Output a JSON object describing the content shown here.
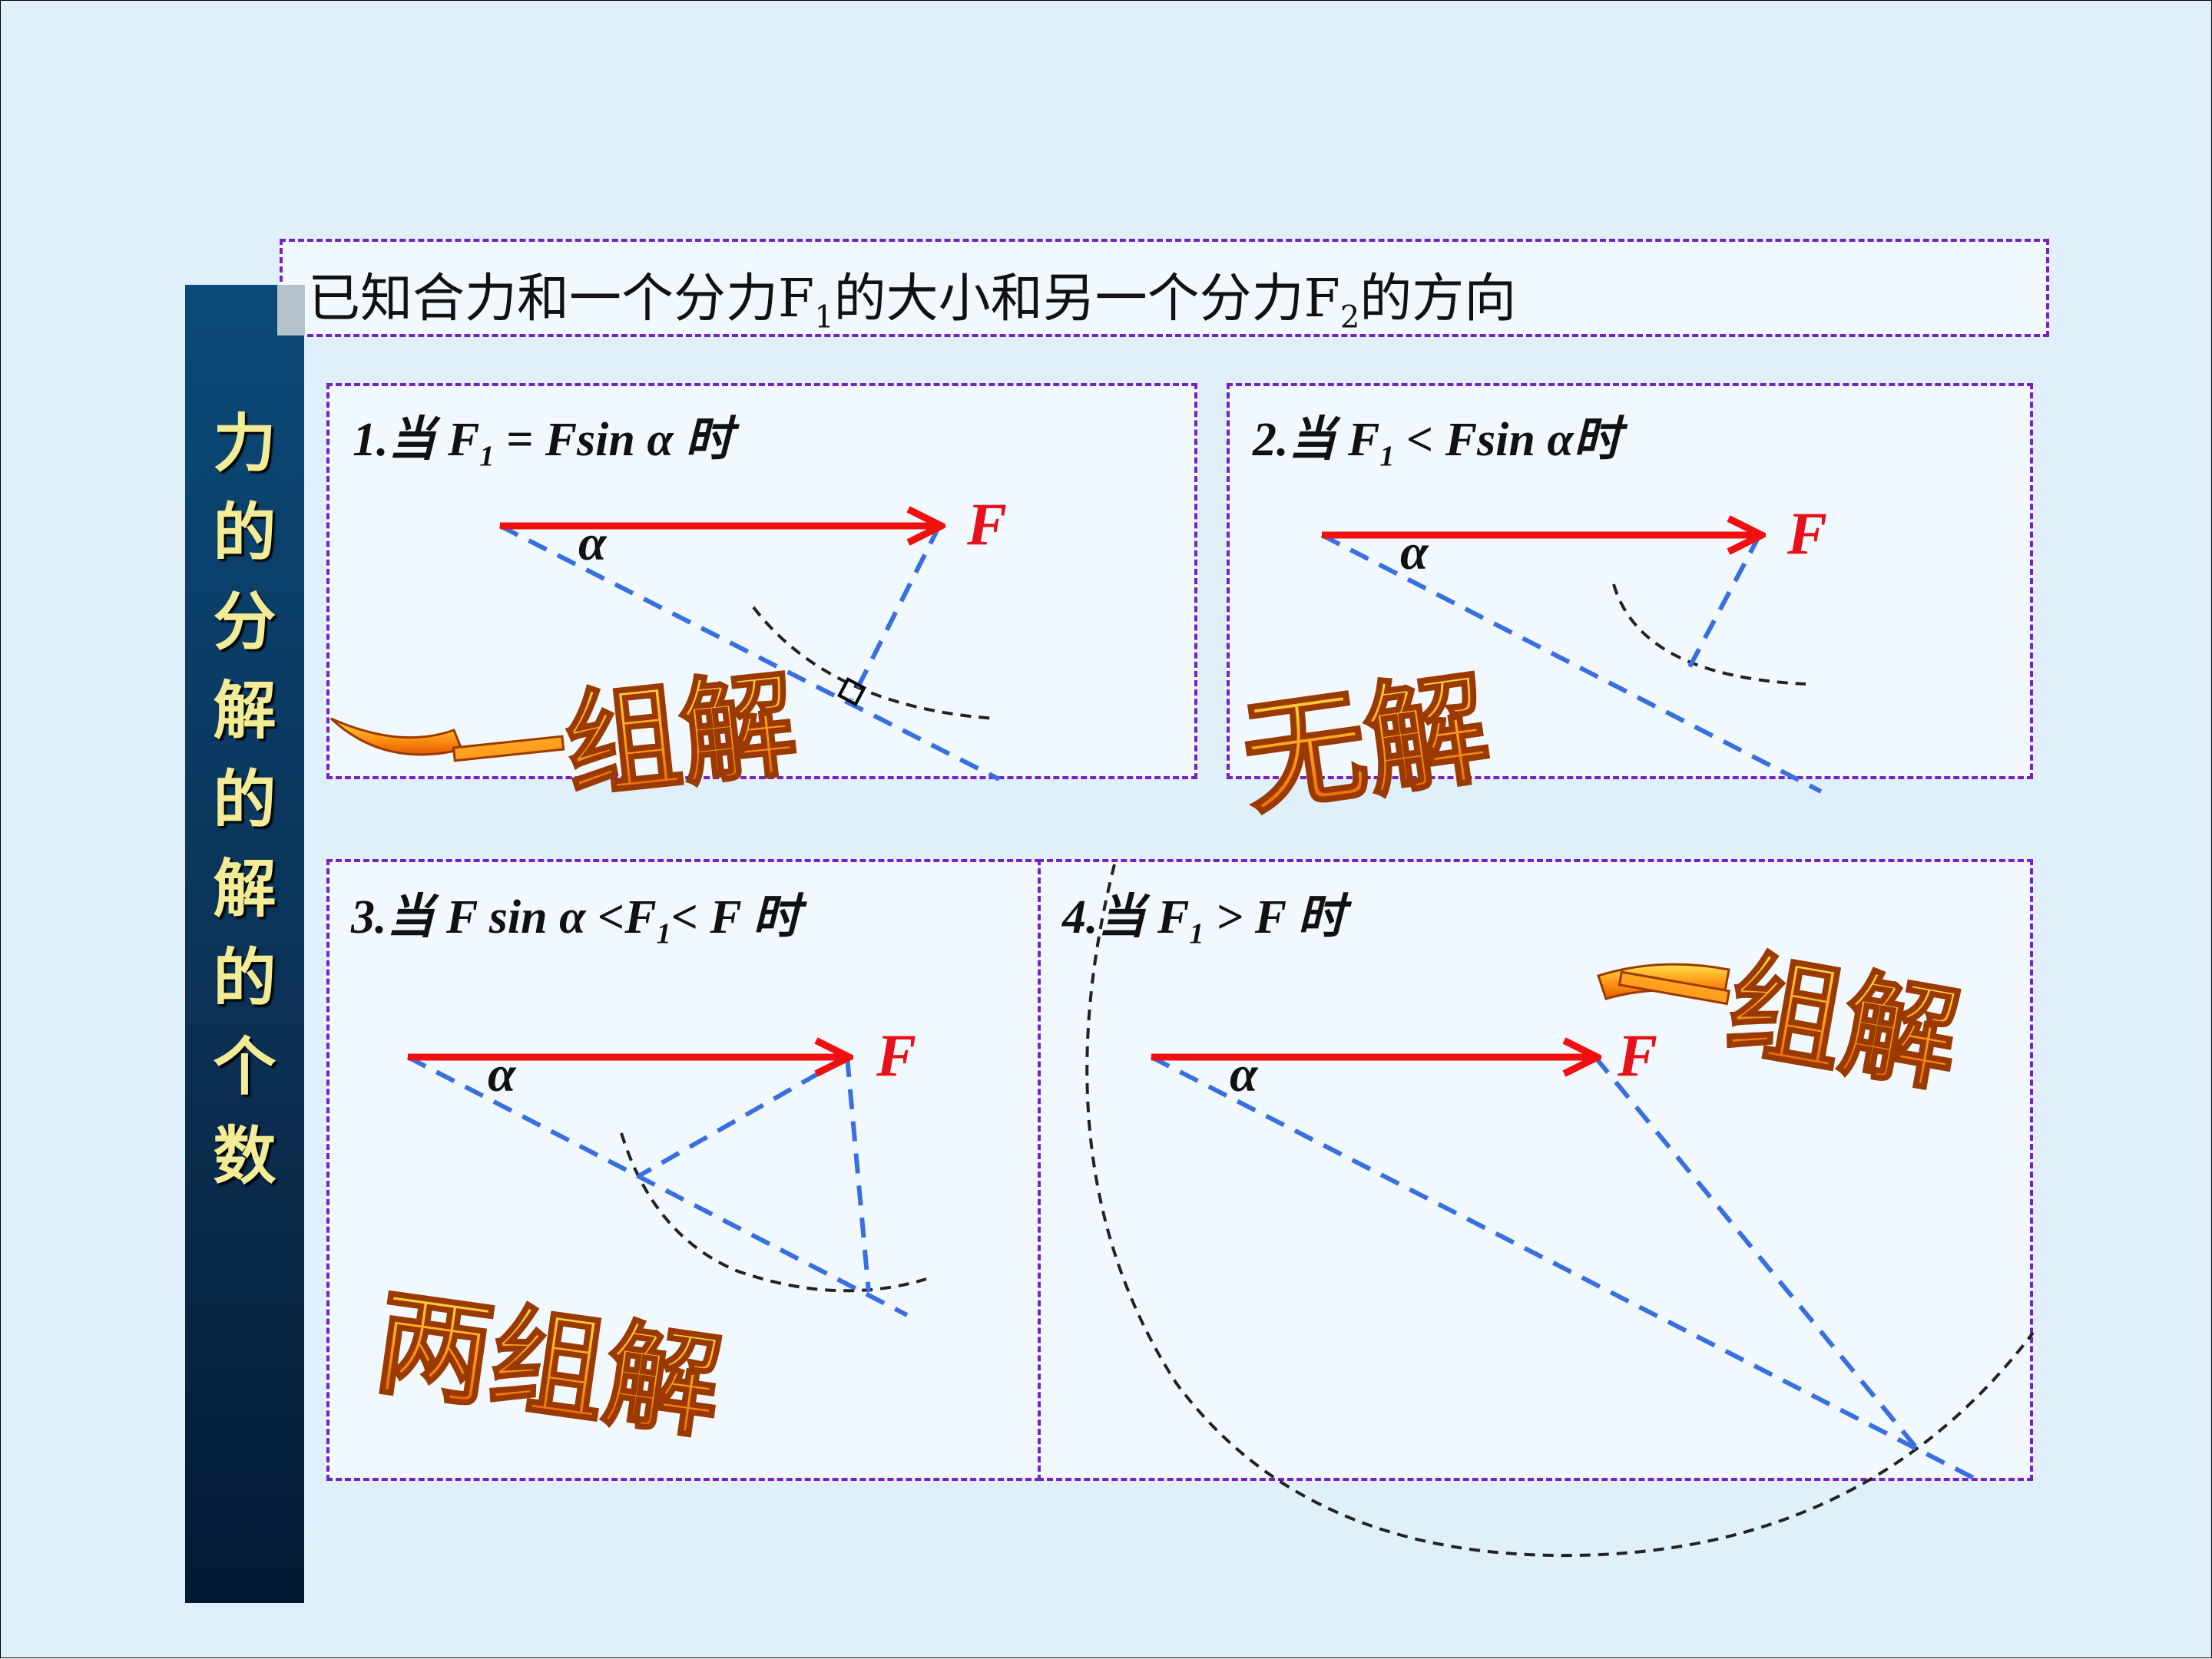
{
  "sidebar": {
    "title_chars": [
      "力",
      "的",
      "分",
      "解",
      "的",
      "解",
      "的",
      "个",
      "数"
    ]
  },
  "header": {
    "prefix": "已知合力和一个分力F",
    "sub1": "1",
    "middle": "的大小和另一个分力F",
    "sub2": "2",
    "suffix": "的方向"
  },
  "panels": [
    {
      "title_pre": "1.当 F",
      "title_sub": "1",
      "title_post": " = Fsin α 时",
      "result": "一组解"
    },
    {
      "title_pre": "2.当 F",
      "title_sub": "1",
      "title_post": " < Fsin α时",
      "result": "无解"
    },
    {
      "title_pre": "3.当 F sin α <F",
      "title_sub": "1",
      "title_post": "< F 时",
      "result": "两组解"
    },
    {
      "title_pre": "4.当 F",
      "title_sub": "1",
      "title_post": " > F 时",
      "result": "一组解"
    }
  ],
  "labels": {
    "force": "F",
    "angle": "α"
  },
  "colors": {
    "force_arrow": "#f01010",
    "dashed_line": "#3a6fe0",
    "arc": "#222222",
    "box_border": "#7a1fc4",
    "sidebar": "#0a3a62",
    "sidebar_text": "#f3ec96"
  }
}
